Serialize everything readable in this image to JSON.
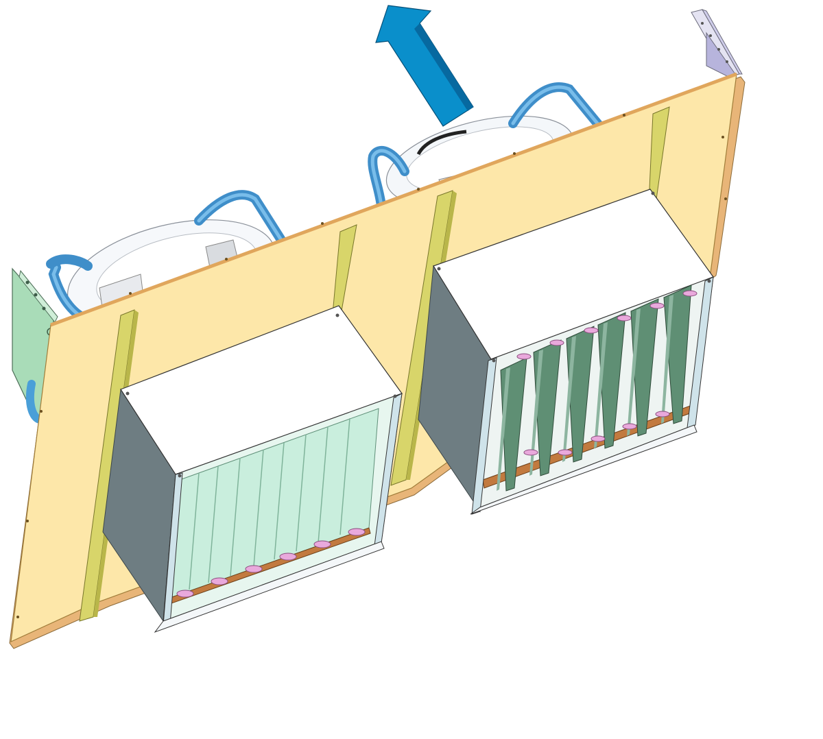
{
  "illustration": {
    "subject": "isometric-equipment-rack-assembly",
    "airflow_arrow_icon": "airflow-arrow-icon",
    "components": {
      "back_panel": "back-panel",
      "left_bracket": "left-mount-bracket",
      "right_bracket": "right-mount-bracket",
      "blowers": [
        "blower-left",
        "blower-right"
      ],
      "card_cages": [
        "card-cage-left",
        "card-cage-right"
      ]
    },
    "colors": {
      "panel_face": "#fde7a9",
      "panel_edge": "#e8b578",
      "rail": "#d8d56a",
      "rail_dark": "#b9b64a",
      "arrow": "#0a8fcb",
      "arrow_dark": "#0769a0",
      "handle": "#4a9fd8",
      "blower": "#f4f7fa",
      "cage_top": "#ffffff",
      "cage_side": "#6e7d82",
      "cards_left": "#c9eedd",
      "cards_right": "#5f8f74",
      "card_clip": "#e9a9dc",
      "card_strip": "#c27a3f",
      "left_bracket": "#a9dcb8",
      "right_bracket": "#b7b4dc"
    }
  }
}
